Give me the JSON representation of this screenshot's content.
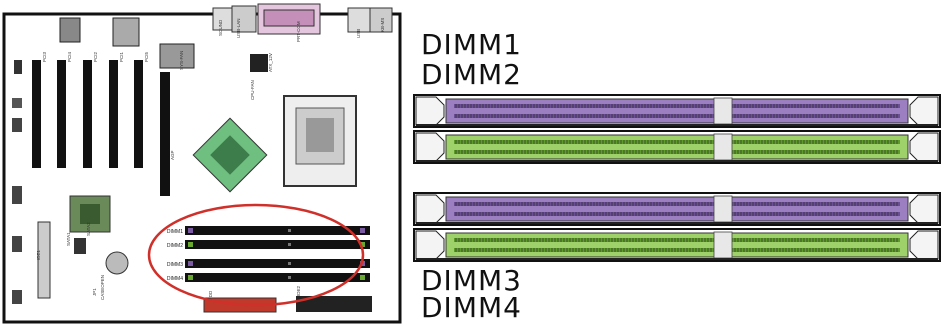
{
  "board": {
    "tiny_labels": [
      "PCI3",
      "PCI4",
      "PCI2",
      "PCI1",
      "PCI5",
      "AGP",
      "SYS-FAN",
      "CPU-FAN",
      "ATX_12V",
      "SOUND",
      "USB-LAN",
      "PRT-COM",
      "USB",
      "KB-MS",
      "SATA1",
      "SATA2",
      "JP1",
      "CASEOPEN",
      "FDD",
      "IDE1",
      "IDE2"
    ]
  },
  "slots_small": [
    {
      "label": "DIMM1",
      "color": "#7a5aa0"
    },
    {
      "label": "DIMM2",
      "color": "#6aa832"
    },
    {
      "label": "DIMM3",
      "color": "#7a5aa0"
    },
    {
      "label": "DIMM4",
      "color": "#6aa832"
    }
  ],
  "dimm_large": [
    {
      "label": "DIMM1",
      "color": "#9b7fc0",
      "dark": "#6a4f93"
    },
    {
      "label": "DIMM2",
      "color": "#9fd16a",
      "dark": "#5e9a2c"
    },
    {
      "label": "DIMM3",
      "color": "#9b7fc0",
      "dark": "#6a4f93"
    },
    {
      "label": "DIMM4",
      "color": "#9fd16a",
      "dark": "#5e9a2c"
    }
  ],
  "highlight_color": "#d0302a"
}
